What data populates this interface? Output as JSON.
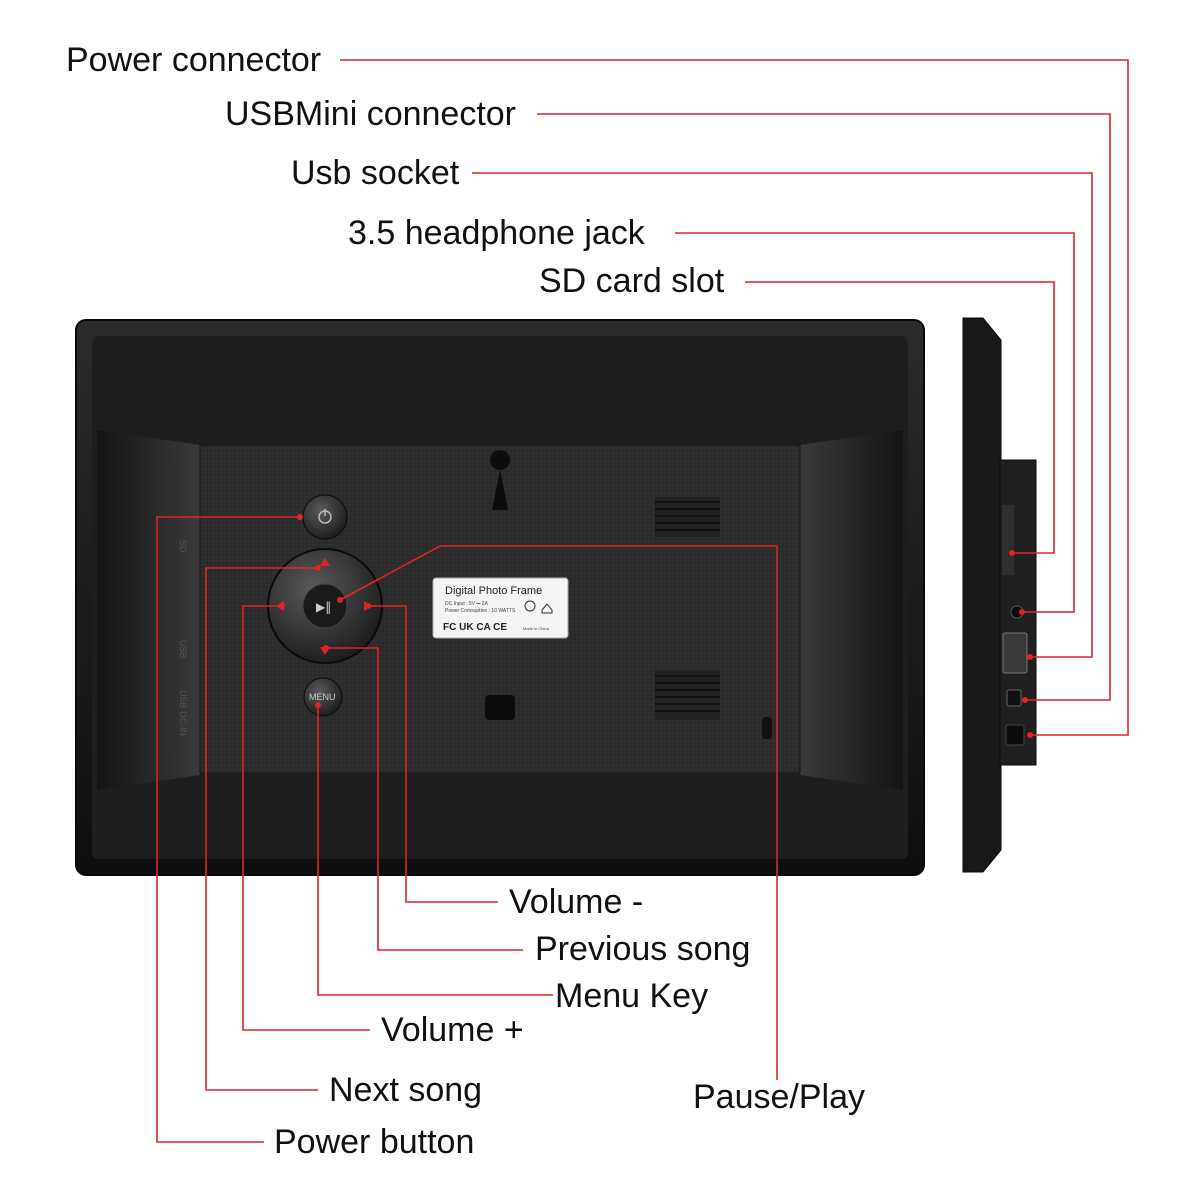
{
  "callouts_top": {
    "power_connector": "Power connector",
    "usbmini_connector": "USBMini connector",
    "usb_socket": "Usb socket",
    "headphone_jack": "3.5 headphone jack",
    "sd_card_slot": "SD card slot"
  },
  "callouts_bottom": {
    "volume_minus": "Volume -",
    "previous_song": "Previous song",
    "menu_key": "Menu Key",
    "volume_plus": "Volume +",
    "next_song": "Next song",
    "power_button": "Power button",
    "pause_play": "Pause/Play"
  },
  "device_label": {
    "title": "Digital Photo Frame",
    "dc_input": "DC Input : 5V ⎓ 2A",
    "power_consumption": "Power Comsuption : 10 WATTS",
    "made_in": "Made in China",
    "marks": "FC UK CA CE"
  },
  "side_labels": {
    "sd": "SD",
    "usb": "USB",
    "usb_din": "USB DC-IN",
    "menu_button": "MENU"
  },
  "colors": {
    "leader_line": "#e0242a",
    "frame": "#1b1b1b",
    "panel": "#2a2a2a"
  }
}
